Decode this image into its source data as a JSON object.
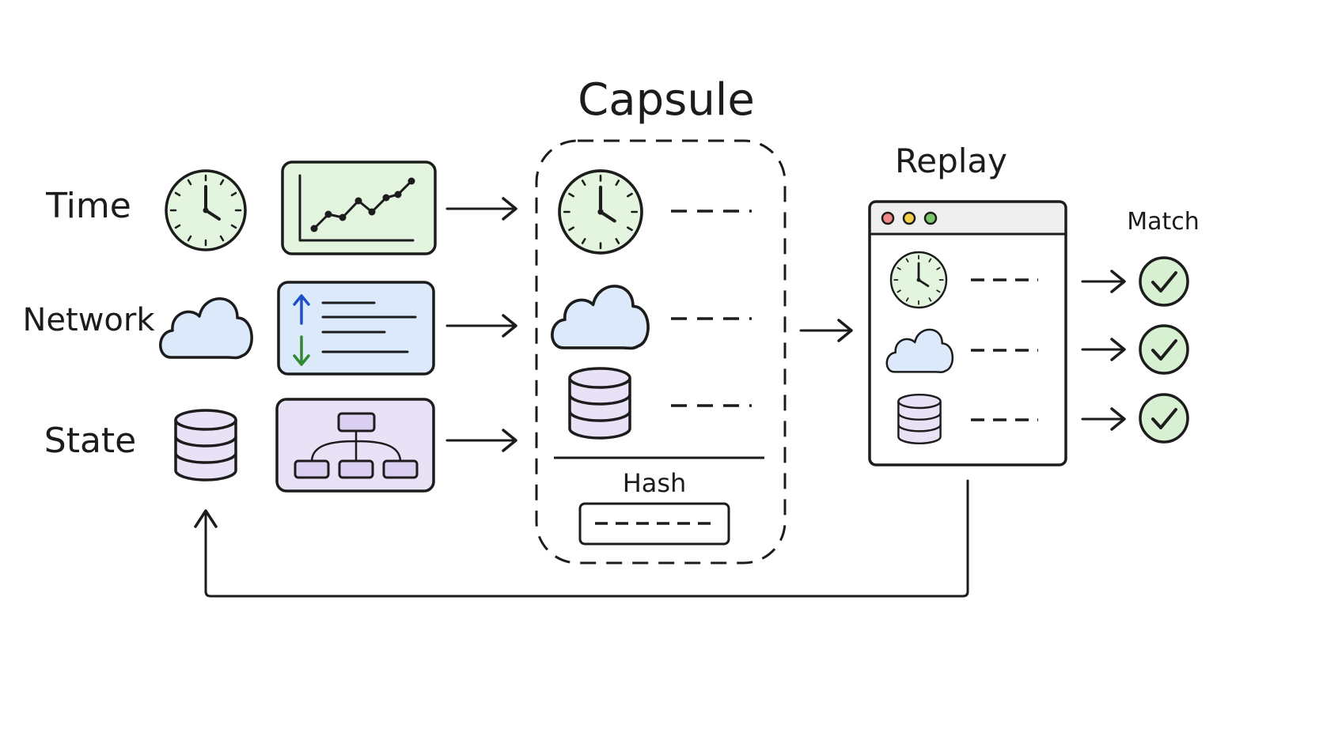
{
  "labels": {
    "capsule": "Capsule",
    "replay": "Replay",
    "match": "Match",
    "time": "Time",
    "network": "Network",
    "state": "State",
    "hash": "Hash"
  },
  "icons": {
    "clock": "clock-icon",
    "cloud": "cloud-icon",
    "database": "database-icon",
    "line_chart": "line-chart-icon",
    "network_log": "network-log-icon",
    "state_tree": "state-tree-icon",
    "check": "check-icon"
  },
  "colors": {
    "ink": "#1c1c1c",
    "time_fill": "#e3f5df",
    "network_fill": "#dbe9fb",
    "state_fill": "#e9e2f6",
    "arrow_up": "#1f4fc8",
    "arrow_down": "#2f8a2f",
    "check_fill": "#d8f0d2",
    "window_bar": "#eeeeee",
    "dot_red": "#f08a8a",
    "dot_yellow": "#f2cf4a",
    "dot_green": "#7cc66b"
  }
}
